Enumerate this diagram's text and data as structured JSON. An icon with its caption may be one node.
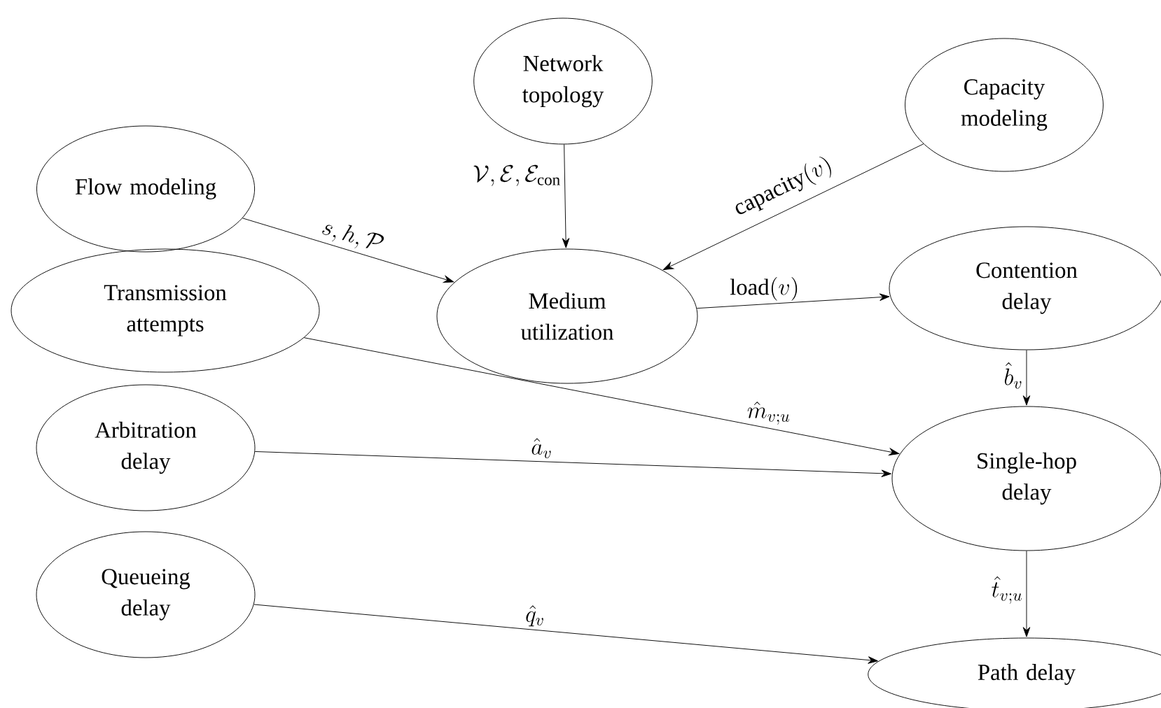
{
  "diagram": {
    "nodes": [
      {
        "text": [
          "Flow modeling"
        ]
      },
      {
        "text": [
          "Network topology"
        ]
      },
      {
        "text": [
          "Capacity modeling"
        ]
      },
      {
        "text": [
          "Transmission attempts"
        ]
      },
      {
        "text": [
          "Medium utilization"
        ]
      },
      {
        "text": [
          "Contention delay"
        ]
      },
      {
        "text": [
          "Arbitration delay"
        ]
      },
      {
        "text": [
          "Single-hop delay"
        ]
      },
      {
        "text": [
          "Queueing delay"
        ]
      },
      {
        "text": [
          "Path delay"
        ]
      }
    ],
    "edges": [
      {
        "from": 0,
        "to": 4,
        "arrow": "to",
        "label": "s, h, \\mathcal{P}"
      },
      {
        "from": 1,
        "to": 4,
        "arrow": "to",
        "label": "\\mathcal{V}, \\mathcal{E}, \\mathcal{E}_{\\mathrm{con}}"
      },
      {
        "from": 2,
        "to": 4,
        "arrow": "to",
        "label": "\\mathrm{capacity}(v)"
      },
      {
        "from": 4,
        "to": 5,
        "arrow": "to",
        "label": "\\mathrm{load}(v)"
      },
      {
        "from": 5,
        "to": 7,
        "arrow": "to",
        "label": "\\hat{b}_v"
      },
      {
        "from": 3,
        "to": 7,
        "arrow": "to",
        "label": "\\hat{m}_{v;u}"
      },
      {
        "from": 6,
        "to": 7,
        "arrow": "to",
        "label": "\\hat{a}_v"
      },
      {
        "from": 7,
        "to": 9,
        "arrow": "to",
        "label": "\\hat{t}_{v;u}"
      },
      {
        "from": 8,
        "to": 9,
        "arrow": "to",
        "label": "\\hat{q}_v"
      }
    ]
  }
}
